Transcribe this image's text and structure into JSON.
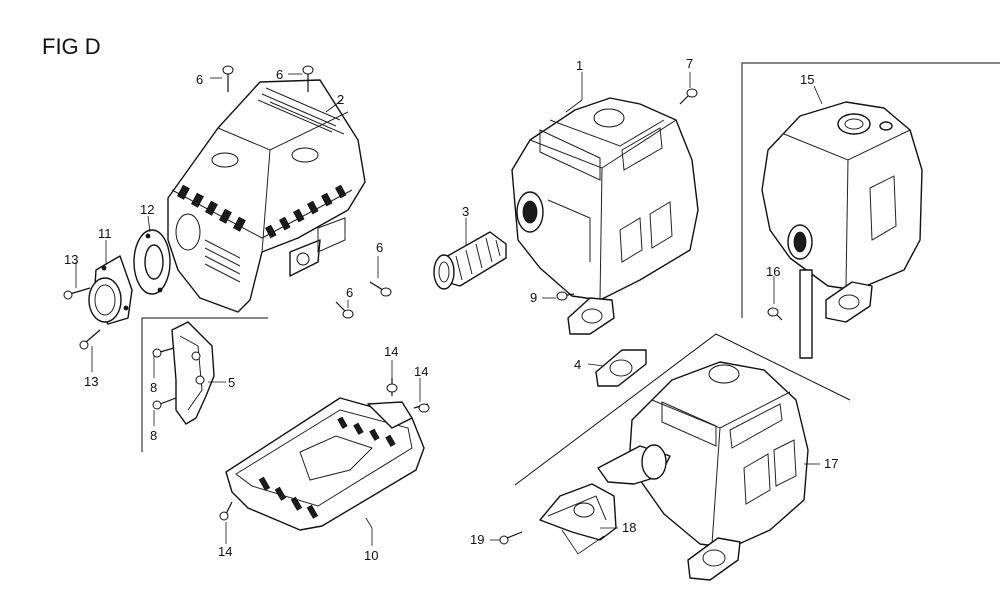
{
  "figure": {
    "title": "FIG D"
  },
  "callouts": [
    {
      "id": "c1",
      "label": "1"
    },
    {
      "id": "c2",
      "label": "2"
    },
    {
      "id": "c3",
      "label": "3"
    },
    {
      "id": "c4",
      "label": "4"
    },
    {
      "id": "c5",
      "label": "5"
    },
    {
      "id": "c6a",
      "label": "6"
    },
    {
      "id": "c6b",
      "label": "6"
    },
    {
      "id": "c6c",
      "label": "6"
    },
    {
      "id": "c6d",
      "label": "6"
    },
    {
      "id": "c7",
      "label": "7"
    },
    {
      "id": "c8a",
      "label": "8"
    },
    {
      "id": "c8b",
      "label": "8"
    },
    {
      "id": "c9",
      "label": "9"
    },
    {
      "id": "c10",
      "label": "10"
    },
    {
      "id": "c11",
      "label": "11"
    },
    {
      "id": "c12",
      "label": "12"
    },
    {
      "id": "c13a",
      "label": "13"
    },
    {
      "id": "c13b",
      "label": "13"
    },
    {
      "id": "c14a",
      "label": "14"
    },
    {
      "id": "c14b",
      "label": "14"
    },
    {
      "id": "c14c",
      "label": "14"
    },
    {
      "id": "c15",
      "label": "15"
    },
    {
      "id": "c16",
      "label": "16"
    },
    {
      "id": "c17",
      "label": "17"
    },
    {
      "id": "c18",
      "label": "18"
    },
    {
      "id": "c19",
      "label": "19"
    }
  ]
}
